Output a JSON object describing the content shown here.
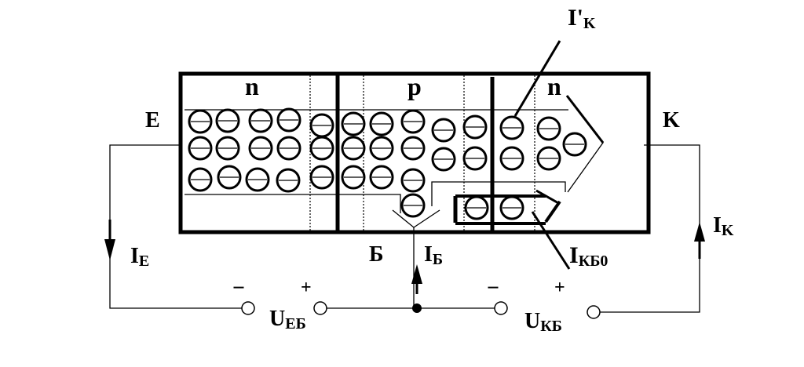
{
  "regions": {
    "emitter": "n",
    "base": "p",
    "collector": "n"
  },
  "terminals": {
    "emitter": "E",
    "collector": "K",
    "base": "Б"
  },
  "currents": {
    "emitter": {
      "main": "I",
      "sub": "E"
    },
    "collector": {
      "main": "I",
      "sub": "K"
    },
    "base": {
      "main": "I",
      "sub": "Б"
    },
    "collector_injected": {
      "main": "I'",
      "sub": "K"
    },
    "collector_reverse": {
      "main": "I",
      "sub": "КБ0"
    }
  },
  "voltages": {
    "emitter_base": {
      "main": "U",
      "sub": "EБ",
      "minus": "−",
      "plus": "+"
    },
    "collector_base": {
      "main": "U",
      "sub": "КБ",
      "minus": "−",
      "plus": "+"
    }
  }
}
